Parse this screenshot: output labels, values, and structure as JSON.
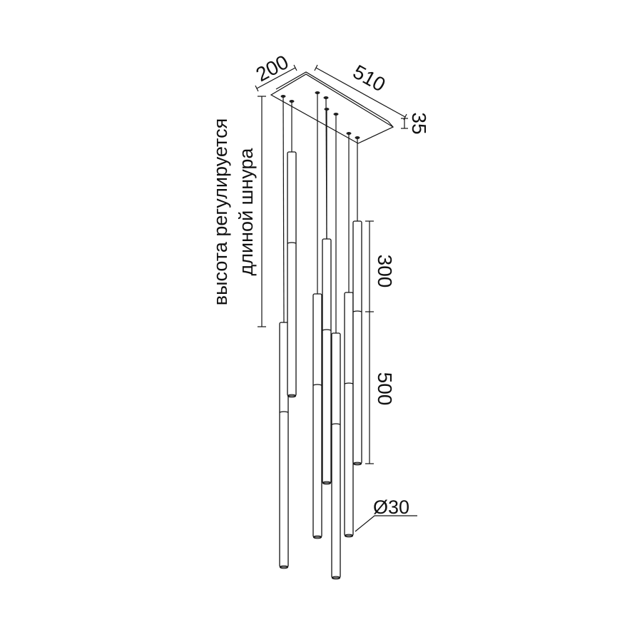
{
  "dimensions": {
    "width": "200",
    "length": "510",
    "height": "35",
    "tube_short": "300",
    "tube_long": "500",
    "diameter": "Ø30"
  },
  "note": {
    "line1": "высота регулируется",
    "line2": "длиной шнура"
  },
  "colors": {
    "line": "#111111",
    "background": "#ffffff"
  }
}
